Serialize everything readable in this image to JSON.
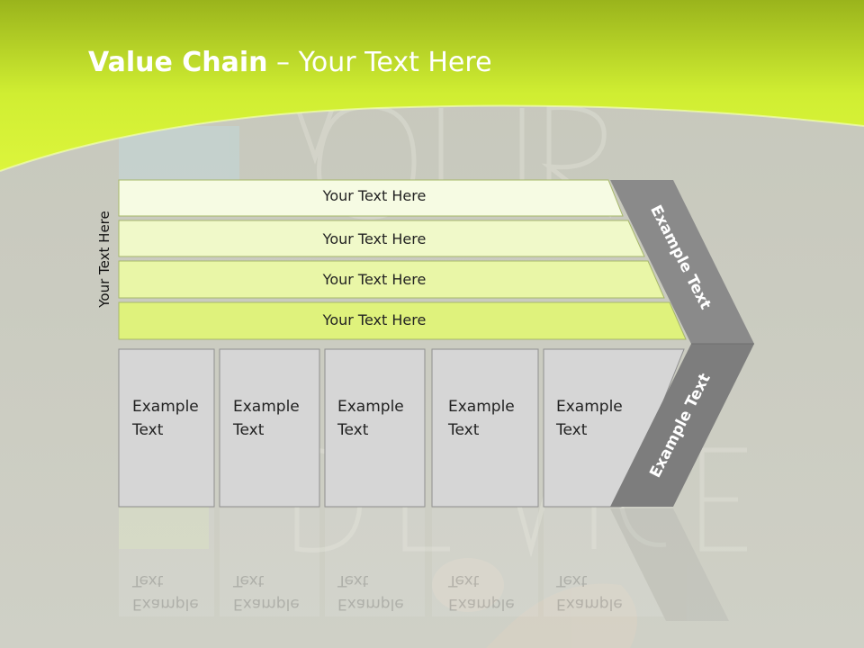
{
  "slide": {
    "title_bold": "Value Chain",
    "title_rest": " – Your Text Here",
    "side_label": "Your Text Here",
    "support_rows": [
      {
        "label": "Your Text Here",
        "color": "#f6fbe3"
      },
      {
        "label": "Your Text Here",
        "color": "#f0f9c9"
      },
      {
        "label": "Your Text Here",
        "color": "#e9f6a7"
      },
      {
        "label": "Your Text Here",
        "color": "#dff27c"
      }
    ],
    "primary_boxes": [
      {
        "line1": "Example",
        "line2": "Text"
      },
      {
        "line1": "Example",
        "line2": "Text"
      },
      {
        "line1": "Example",
        "line2": "Text"
      },
      {
        "line1": "Example",
        "line2": "Text"
      },
      {
        "line1": "Example",
        "line2": "Text"
      }
    ],
    "chevron_top_label": "Example Text",
    "chevron_bottom_label": "Example Text",
    "colors": {
      "accent_green": "#d6f13a",
      "background": "#c8c9bd",
      "box_gray": "#d6d6d6",
      "chevron_gray": "#8a8a8a"
    }
  }
}
